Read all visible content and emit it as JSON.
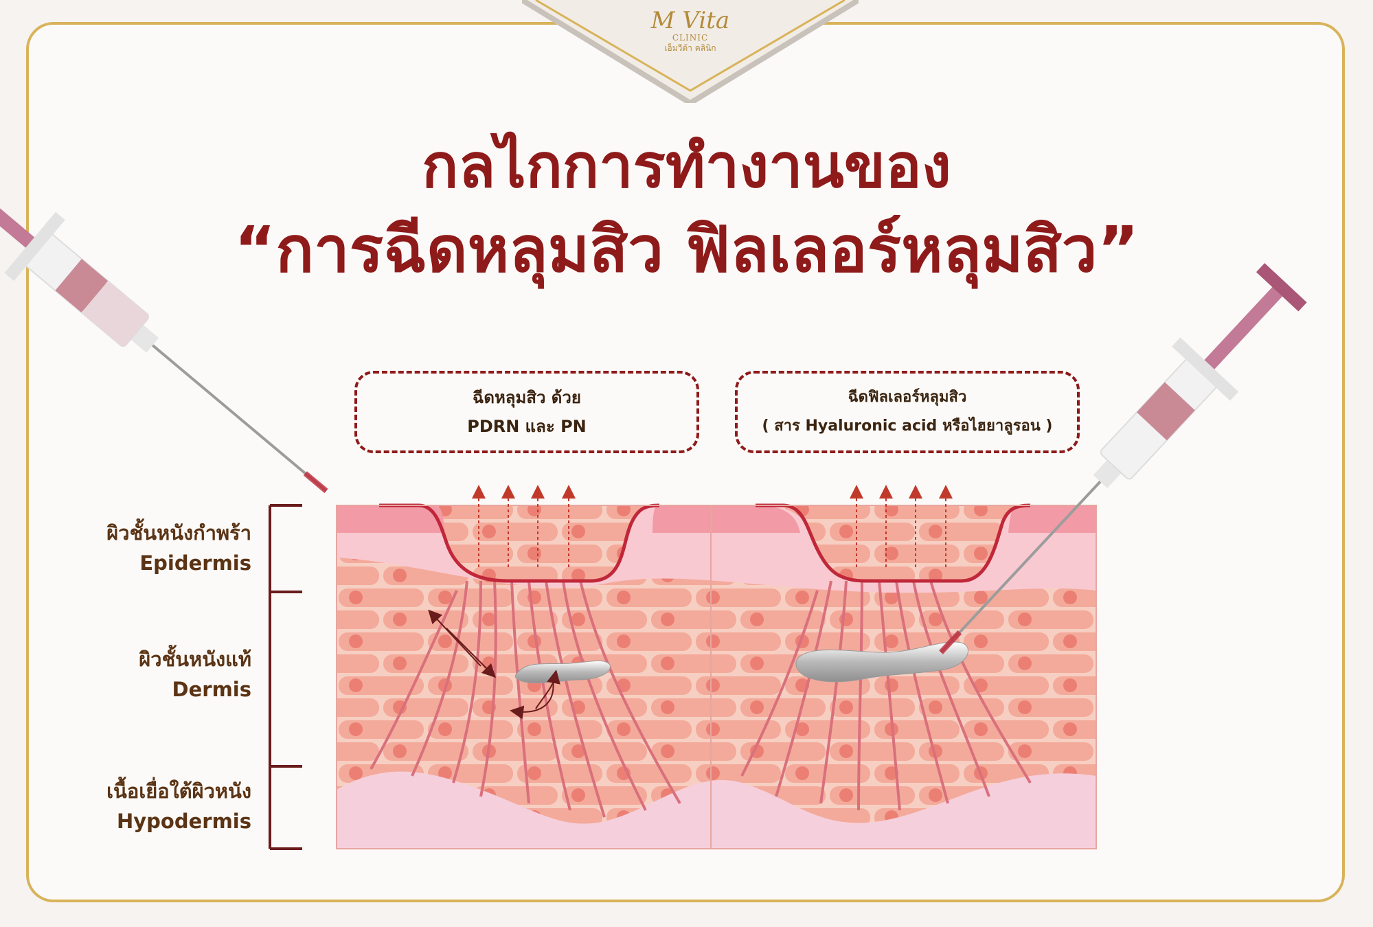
{
  "logo": {
    "brand": "M Vita",
    "sub": "CLINIC",
    "thai": "เอ็มวีต้า คลินิก"
  },
  "title": {
    "line1": "กลไกการทำงานของ",
    "line2": "“การฉีดหลุมสิว ฟิลเลอร์หลุมสิว”"
  },
  "callouts": [
    {
      "line1": "ฉีดหลุมสิว ด้วย",
      "line2": "PDRN และ PN"
    },
    {
      "line1": "ฉีดฟิลเลอร์หลุมสิว",
      "line2": "( สาร Hyaluronic acid หรือไฮยาลูรอน )"
    }
  ],
  "layers": [
    {
      "thai": "ผิวชั้นหนังกำพร้า",
      "english": "Epidermis"
    },
    {
      "thai": "ผิวชั้นหนังแท้",
      "english": "Dermis"
    },
    {
      "thai": "เนื้อเยื่อใต้ผิวหนัง",
      "english": "Hypodermis"
    }
  ],
  "colors": {
    "title": "#8e1a1a",
    "gold": "#d8b35a",
    "label": "#5b3415",
    "epidermis_top": "#f29aa6",
    "epidermis": "#f9c9d1",
    "dermis": "#f4c1b4",
    "cell": "#f3aa9a",
    "nucleus": "#ec7f74",
    "hypodermis": "#f6cfdc",
    "fiber": "#d9707c",
    "syringe": "#a95677"
  }
}
